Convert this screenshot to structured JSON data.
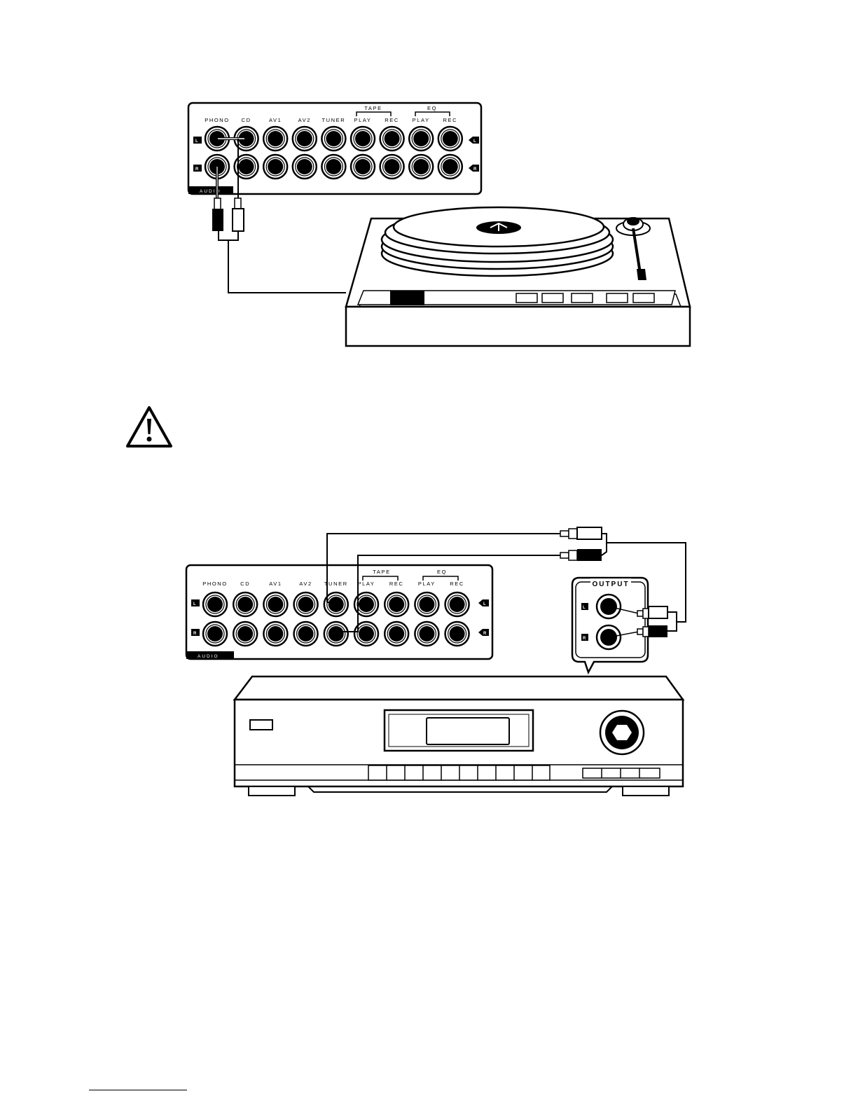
{
  "panel1": {
    "jack_labels": [
      "PHONO",
      "CD",
      "AV1",
      "AV2",
      "TUNER",
      "PLAY",
      "REC",
      "PLAY",
      "REC"
    ],
    "group_labels": {
      "tape": "TAPE",
      "eq": "EQ"
    },
    "left_marker": "L",
    "right_marker": "R",
    "audio_label": "AUDIO"
  },
  "panel2": {
    "jack_labels": [
      "PHONO",
      "CD",
      "AV1",
      "AV2",
      "TUNER",
      "PLAY",
      "REC",
      "PLAY",
      "REC"
    ],
    "group_labels": {
      "tape": "TAPE",
      "eq": "EQ"
    },
    "left_marker": "L",
    "right_marker": "R",
    "audio_label": "AUDIO"
  },
  "output_box": {
    "title": "OUTPUT",
    "left_marker": "L",
    "right_marker": "R"
  },
  "icons": {
    "warning": "warning-triangle-icon"
  }
}
